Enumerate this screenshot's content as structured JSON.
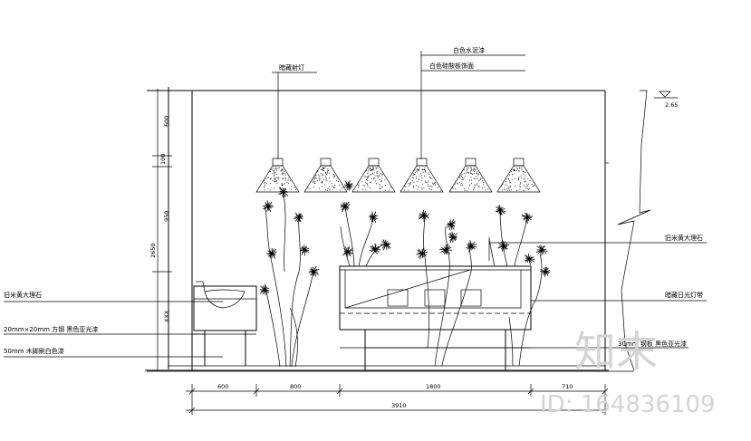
{
  "labels": {
    "light_left": "暗藏射灯",
    "paint_white": "白色水泥漆",
    "paint_wood": "白色硅酸板饰面",
    "marble_right": "旧米黄大理石",
    "hidden_light": "暗藏日光灯带",
    "steel_note": "30mm 钢板 黑色亚光漆",
    "marble_left": "旧米黄大理石",
    "tube": "20mm×20mm 方钢 黑色亚光漆",
    "leg": "50mm 木脚刷白色漆",
    "elev": "2.65"
  },
  "vdims": [
    "600",
    "100",
    "950",
    "2650"
  ],
  "hdims": [
    "600",
    "800",
    "1800",
    "710",
    "3910"
  ],
  "watermark": {
    "logo": "知末",
    "id": "ID: 164836109"
  }
}
